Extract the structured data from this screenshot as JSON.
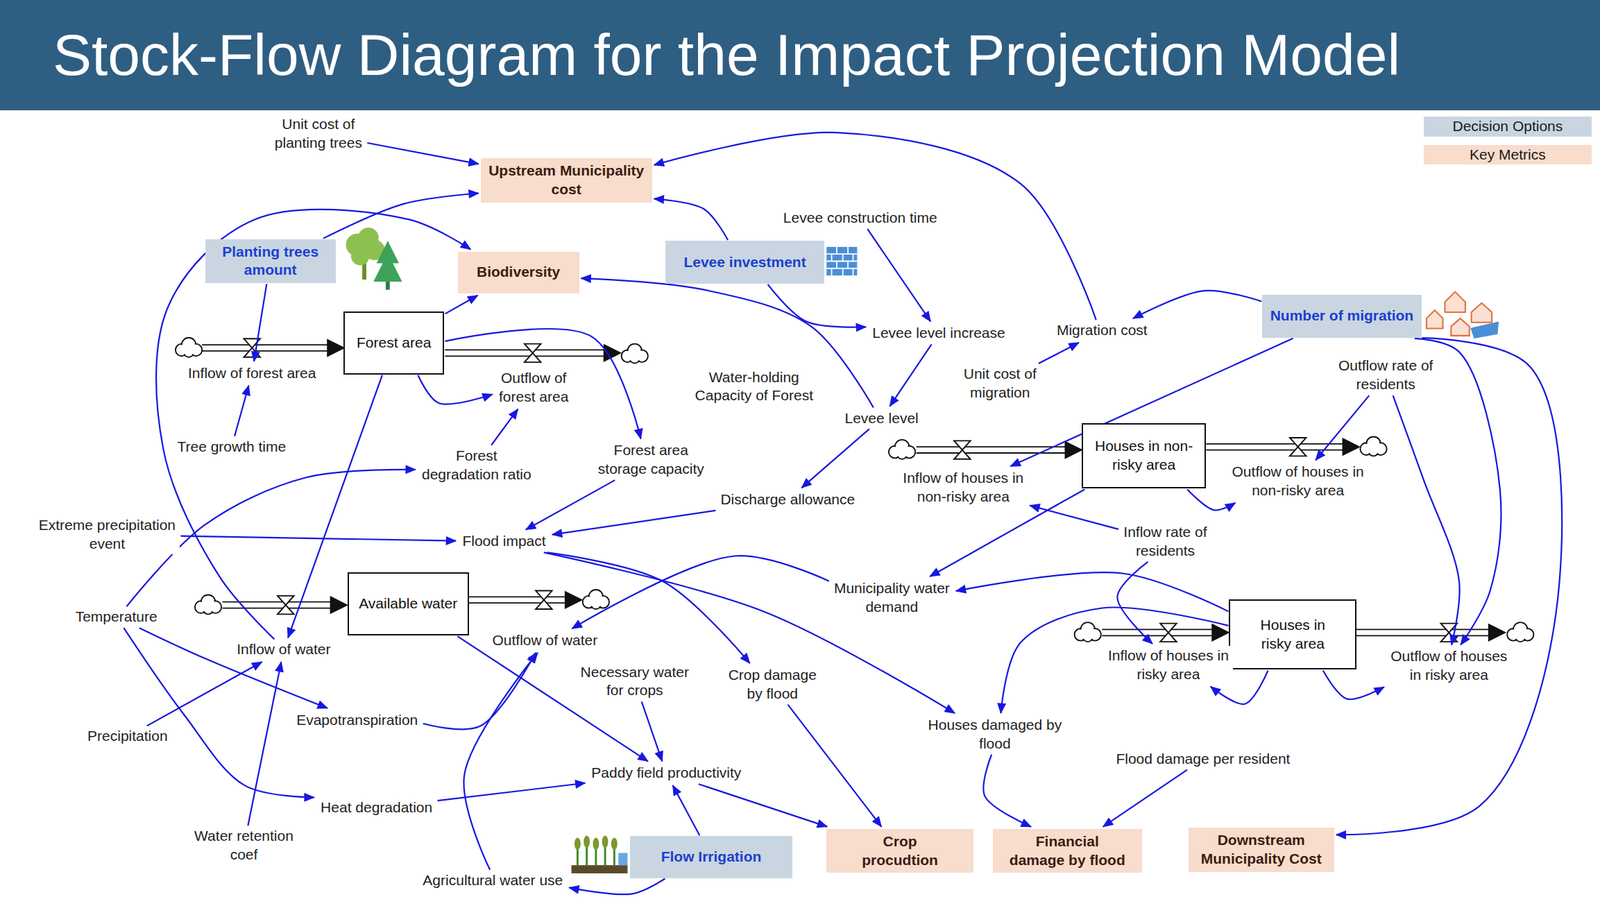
{
  "diagram": {
    "title": "Stock-Flow Diagram for the Impact Projection Model",
    "nodes": [
      {
        "text": [
          "Unit cost of planting trees"
        ]
      },
      {
        "text": [
          "Upstream Municipality cost"
        ]
      },
      {
        "text": [
          "Levee construction time"
        ]
      },
      {
        "text": [
          "Planting trees amount"
        ]
      },
      {
        "text": [
          "Levee investment"
        ]
      },
      {
        "text": [
          "Biodiversity"
        ]
      },
      {
        "text": [
          "Number of migration"
        ]
      },
      {
        "text": [
          "Migration cost"
        ]
      },
      {
        "text": [
          "Levee level increase"
        ]
      },
      {
        "text": [
          "Forest area"
        ]
      },
      {
        "text": [
          "Inflow of forest area"
        ]
      },
      {
        "text": [
          "Outflow rate of residents"
        ]
      },
      {
        "text": [
          "Water-holding Capacity of Forest"
        ]
      },
      {
        "text": [
          "Outflow of forest area"
        ]
      },
      {
        "text": [
          "Unit cost of migration"
        ]
      },
      {
        "text": [
          "Levee level"
        ]
      },
      {
        "text": [
          "Tree growth time"
        ]
      },
      {
        "text": [
          "Houses in non-risky area"
        ]
      },
      {
        "text": [
          "Forest area storage capacity"
        ]
      },
      {
        "text": [
          "Forest degradation ratio"
        ]
      },
      {
        "text": [
          "Outflow of houses in non-risky area"
        ]
      },
      {
        "text": [
          "Inflow of houses in non-risky area"
        ]
      },
      {
        "text": [
          "Discharge allowance"
        ]
      },
      {
        "text": [
          "Extreme precipitation event"
        ]
      },
      {
        "text": [
          "Flood impact"
        ]
      },
      {
        "text": [
          "Inflow rate of residents"
        ]
      },
      {
        "text": [
          "Municipality water demand"
        ]
      },
      {
        "text": [
          "Available water"
        ]
      },
      {
        "text": [
          "Temperature"
        ]
      },
      {
        "text": [
          "Houses in risky area"
        ]
      },
      {
        "text": [
          "Outflow of water"
        ]
      },
      {
        "text": [
          "Inflow of water"
        ]
      },
      {
        "text": [
          "Inflow of houses in risky area"
        ]
      },
      {
        "text": [
          "Outflow of houses in risky area"
        ]
      },
      {
        "text": [
          "Necessary water for crops"
        ]
      },
      {
        "text": [
          "Crop damage by flood"
        ]
      },
      {
        "text": [
          "Evapotranspiration"
        ]
      },
      {
        "text": [
          "Houses damaged by flood"
        ]
      },
      {
        "text": [
          "Precipitation"
        ]
      },
      {
        "text": [
          "Flood damage per resident"
        ]
      },
      {
        "text": [
          "Paddy field productivity"
        ]
      },
      {
        "text": [
          "Heat degradation"
        ]
      },
      {
        "text": [
          "Water retention coef"
        ]
      },
      {
        "text": [
          "Crop procudtion"
        ]
      },
      {
        "text": [
          "Financial damage by flood"
        ]
      },
      {
        "text": [
          "Downstream Municipality Cost"
        ]
      },
      {
        "text": [
          "Flow Irrigation"
        ]
      },
      {
        "text": [
          "Agricultural water use"
        ]
      }
    ],
    "edges": [
      {
        "from": 0,
        "to": 1,
        "arrow": "to"
      },
      {
        "from": 3,
        "to": 1,
        "arrow": "to"
      },
      {
        "from": 4,
        "to": 1,
        "arrow": "to"
      },
      {
        "from": 7,
        "to": 1,
        "arrow": "to"
      },
      {
        "from": 31,
        "to": 5,
        "arrow": "to"
      },
      {
        "from": 9,
        "to": 5,
        "arrow": "to"
      },
      {
        "from": 15,
        "to": 5,
        "arrow": "to"
      },
      {
        "from": 2,
        "to": 8,
        "arrow": "to"
      },
      {
        "from": 4,
        "to": 8,
        "arrow": "to"
      },
      {
        "from": 8,
        "to": 15,
        "arrow": "to"
      },
      {
        "from": 15,
        "to": 22,
        "arrow": "to"
      },
      {
        "from": 22,
        "to": 24,
        "arrow": "to"
      },
      {
        "from": 18,
        "to": 24,
        "arrow": "to"
      },
      {
        "from": 23,
        "to": 24,
        "arrow": "to"
      },
      {
        "from": 9,
        "to": 13,
        "arrow": "to"
      },
      {
        "from": 19,
        "to": 13,
        "arrow": "to"
      },
      {
        "from": 9,
        "to": 18,
        "arrow": "to"
      },
      {
        "from": 3,
        "to": 10,
        "arrow": "to"
      },
      {
        "from": 16,
        "to": 10,
        "arrow": "to"
      },
      {
        "from": 9,
        "to": 31,
        "arrow": "to"
      },
      {
        "from": 28,
        "to": 19,
        "arrow": "to"
      },
      {
        "from": 28,
        "to": 36,
        "arrow": "to"
      },
      {
        "from": 28,
        "to": 41,
        "arrow": "to"
      },
      {
        "from": 38,
        "to": 31,
        "arrow": "to"
      },
      {
        "from": 42,
        "to": 31,
        "arrow": "to"
      },
      {
        "from": 36,
        "to": 30,
        "arrow": "to"
      },
      {
        "from": 47,
        "to": 30,
        "arrow": "to"
      },
      {
        "from": 27,
        "to": 40,
        "arrow": "to"
      },
      {
        "from": 34,
        "to": 40,
        "arrow": "to"
      },
      {
        "from": 41,
        "to": 40,
        "arrow": "to"
      },
      {
        "from": 46,
        "to": 40,
        "arrow": "to"
      },
      {
        "from": 46,
        "to": 47,
        "arrow": "to"
      },
      {
        "from": 24,
        "to": 35,
        "arrow": "to"
      },
      {
        "from": 24,
        "to": 37,
        "arrow": "to"
      },
      {
        "from": 26,
        "to": 30,
        "arrow": "to"
      },
      {
        "from": 17,
        "to": 26,
        "arrow": "to"
      },
      {
        "from": 29,
        "to": 26,
        "arrow": "to"
      },
      {
        "from": 40,
        "to": 43,
        "arrow": "to"
      },
      {
        "from": 35,
        "to": 43,
        "arrow": "to"
      },
      {
        "from": 37,
        "to": 44,
        "arrow": "to"
      },
      {
        "from": 39,
        "to": 44,
        "arrow": "to"
      },
      {
        "from": 29,
        "to": 37,
        "arrow": "to"
      },
      {
        "from": 6,
        "to": 7,
        "arrow": "to"
      },
      {
        "from": 14,
        "to": 7,
        "arrow": "to"
      },
      {
        "from": 6,
        "to": 21,
        "arrow": "to"
      },
      {
        "from": 6,
        "to": 33,
        "arrow": "to"
      },
      {
        "from": 6,
        "to": 45,
        "arrow": "to"
      },
      {
        "from": 11,
        "to": 20,
        "arrow": "to"
      },
      {
        "from": 11,
        "to": 33,
        "arrow": "to"
      },
      {
        "from": 25,
        "to": 21,
        "arrow": "to"
      },
      {
        "from": 25,
        "to": 32,
        "arrow": "to"
      },
      {
        "from": 17,
        "to": 20,
        "arrow": "to"
      },
      {
        "from": 29,
        "to": 32,
        "arrow": "to"
      },
      {
        "from": 29,
        "to": 33,
        "arrow": "to"
      }
    ],
    "legend": [
      {
        "text": "Decision Options",
        "color": "#c9d6e1"
      },
      {
        "text": "Key Metrics",
        "color": "#f8dccc"
      }
    ]
  }
}
